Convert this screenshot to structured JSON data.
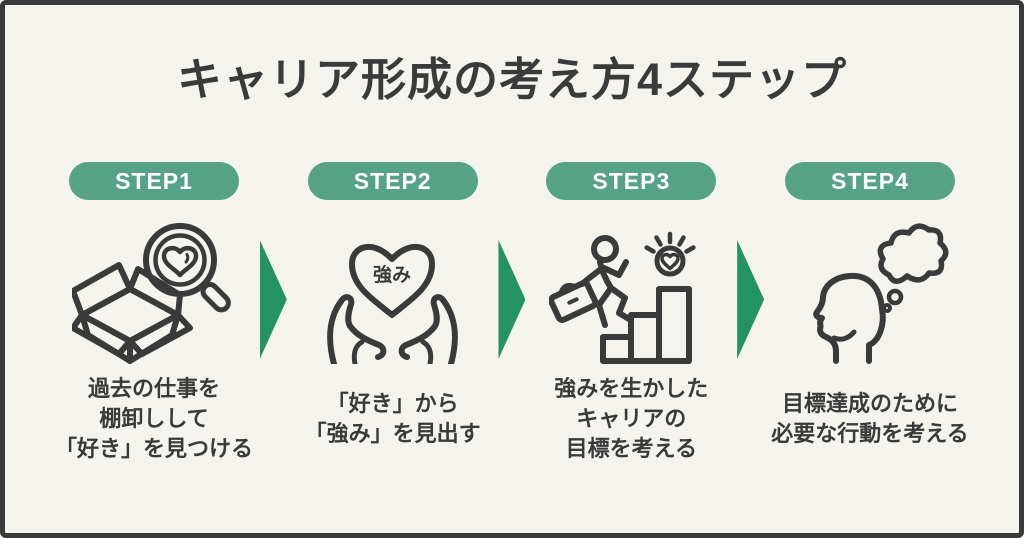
{
  "title": "キャリア形成の考え方4ステップ",
  "colors": {
    "background": "#f4f3ee",
    "frame_border": "#3a3a3a",
    "text": "#3a3a3a",
    "badge_green": "#55a287",
    "arrow_green": "#249267",
    "badge_text": "#ffffff"
  },
  "steps": [
    {
      "badge": "STEP1",
      "icon": "box-magnifier-heart-icon",
      "description": "過去の仕事を\n棚卸しして\n「好き」を見つける"
    },
    {
      "badge": "STEP2",
      "icon": "hands-holding-heart-icon",
      "heart_label": "強み",
      "description": "「好き」から\n「強み」を見出す"
    },
    {
      "badge": "STEP3",
      "icon": "career-stairs-goal-icon",
      "description": "強みを生かした\nキャリアの\n目標を考える"
    },
    {
      "badge": "STEP4",
      "icon": "thinking-head-icon",
      "description": "目標達成のために\n必要な行動を考える"
    }
  ]
}
